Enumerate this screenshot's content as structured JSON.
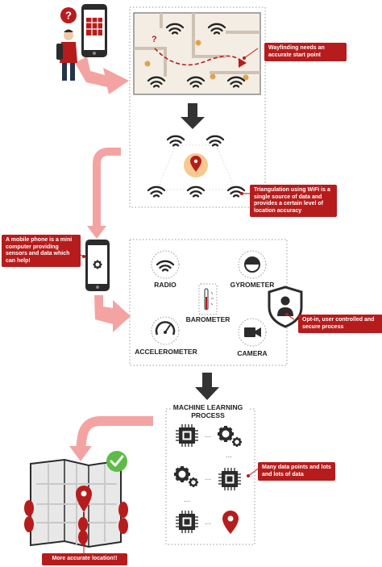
{
  "callouts": {
    "wayfinding": "Wayfinding needs an accurate start point",
    "triangulation": "Triangulation using WiFi is a single source of data and provides a certain level of location accuracy",
    "mobile_phone": "A mobile phone is a mini computer providing sensors and data which can help!",
    "opt_in": "Opt-in, user controlled and secure process",
    "data_points": "Many data points and lots and lots of data",
    "result": "More accurate location!!"
  },
  "sensors": {
    "radio": "RADIO",
    "gyrometer": "GYROMETER",
    "barometer": "BAROMETER",
    "accelerometer": "ACCELEROMETER",
    "camera": "CAMERA"
  },
  "ml": {
    "title_line1": "MACHINE LEARNING",
    "title_line2": "PROCESS",
    "ellipsis": "..."
  },
  "map_marker": "?",
  "colors": {
    "accent_red": "#b71c1c",
    "arrow_pink": "#f4a3a3",
    "dark_arrow": "#333333",
    "marker_orange": "#e3a24d"
  }
}
